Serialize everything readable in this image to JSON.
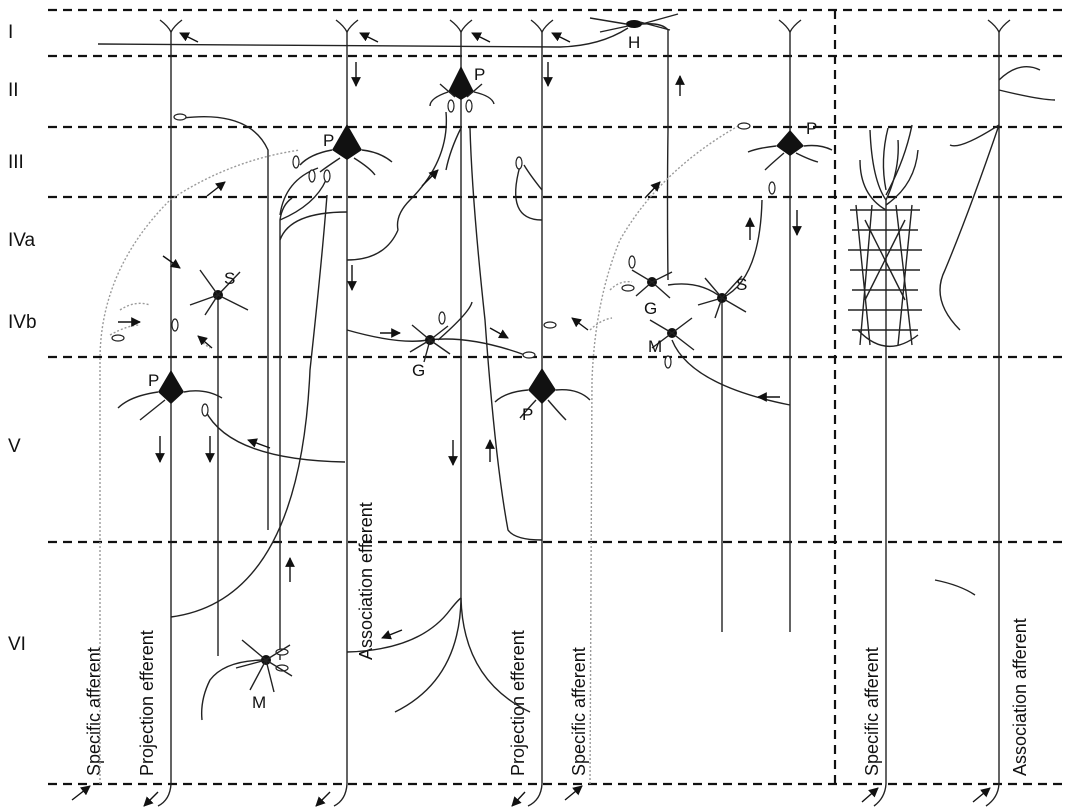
{
  "layers": [
    "I",
    "II",
    "III",
    "IVa",
    "IVb",
    "V",
    "VI"
  ],
  "cell_labels": {
    "horizontal": "H",
    "pyramidal": "P",
    "stellate": "S",
    "granule": "G",
    "martinotti": "M"
  },
  "fiber_labels": {
    "specific_afferent": "Specific afferent",
    "projection_efferent": "Projection efferent",
    "association_efferent": "Association efferent",
    "association_afferent": "Association afferent"
  }
}
